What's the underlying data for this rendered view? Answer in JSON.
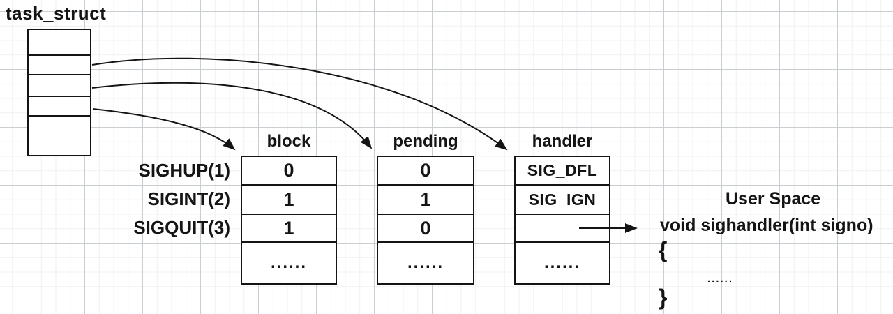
{
  "title": "task_struct",
  "colors": {
    "ink": "#141414",
    "grid_minor": "#eef1f3",
    "grid_major": "#c9ced2"
  },
  "task_struct": {
    "row_count": 5
  },
  "signal_labels": [
    "SIGHUP(1)",
    "SIGINT(2)",
    "SIGQUIT(3)"
  ],
  "tables": [
    {
      "header": "block",
      "values": [
        "0",
        "1",
        "1",
        "......"
      ]
    },
    {
      "header": "pending",
      "values": [
        "0",
        "1",
        "0",
        "......"
      ]
    },
    {
      "header": "handler",
      "values": [
        "SIG_DFL",
        "SIG_IGN",
        "",
        "......"
      ]
    }
  ],
  "user_space": {
    "label": "User Space",
    "code_line": "void sighandler(int signo)",
    "brace_open": "{",
    "body_dots": "......",
    "brace_close": "}"
  }
}
